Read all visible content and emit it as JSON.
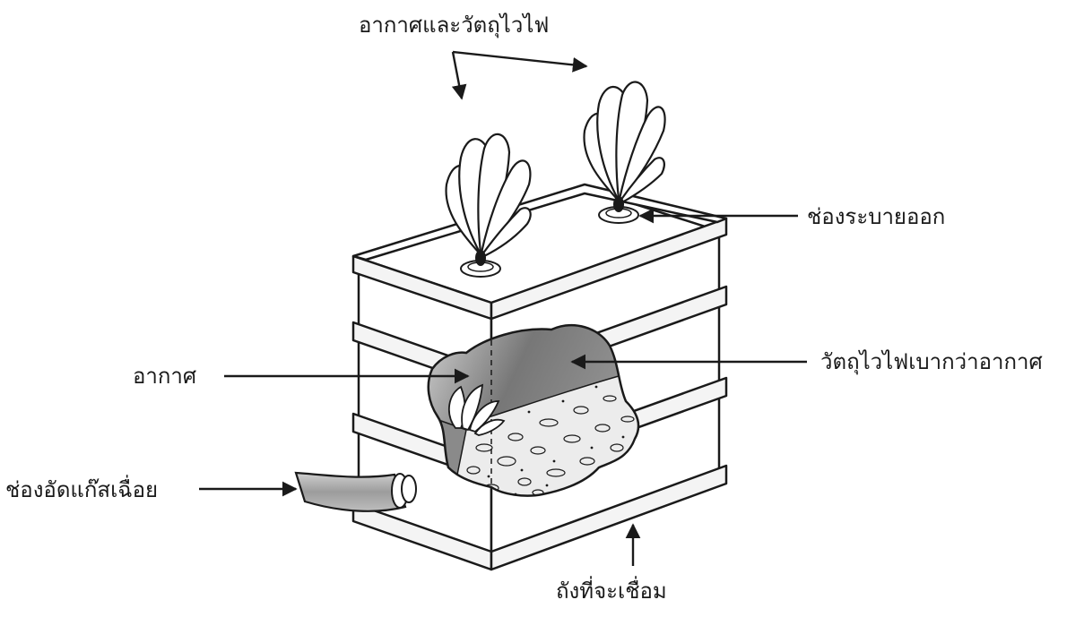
{
  "labels": {
    "air_and_flammable": "อากาศและวัตถุไวไฟ",
    "vent_outlet": "ช่องระบายออก",
    "air": "อากาศ",
    "flammable_lighter_than_air": "วัตถุไวไฟเบากว่าอากาศ",
    "inert_gas_inlet": "ช่องอัดแก๊สเฉื่อย",
    "tank_to_weld": "ถังที่จะเชื่อม"
  },
  "colors": {
    "line": "#1a1a1a",
    "band_fill": "#f4f4f4",
    "tank_fill": "#ffffff",
    "hose_fill": "#a8a8a8",
    "vapor_dark": "#6e6e6e",
    "vapor_light": "#d6d6d6",
    "debris_fill": "#eaeaea",
    "flame_fill": "#ffffff"
  }
}
